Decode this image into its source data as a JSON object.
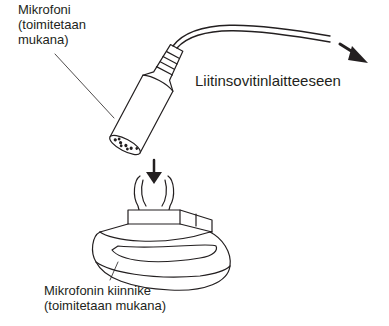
{
  "diagram": {
    "labels": [
      "Mikrofoni (toimitetaan mukana)",
      "Liitinsovitinlaitteeseen",
      "Mikrofonin kiinnike (toimitetaan mukana)"
    ]
  }
}
